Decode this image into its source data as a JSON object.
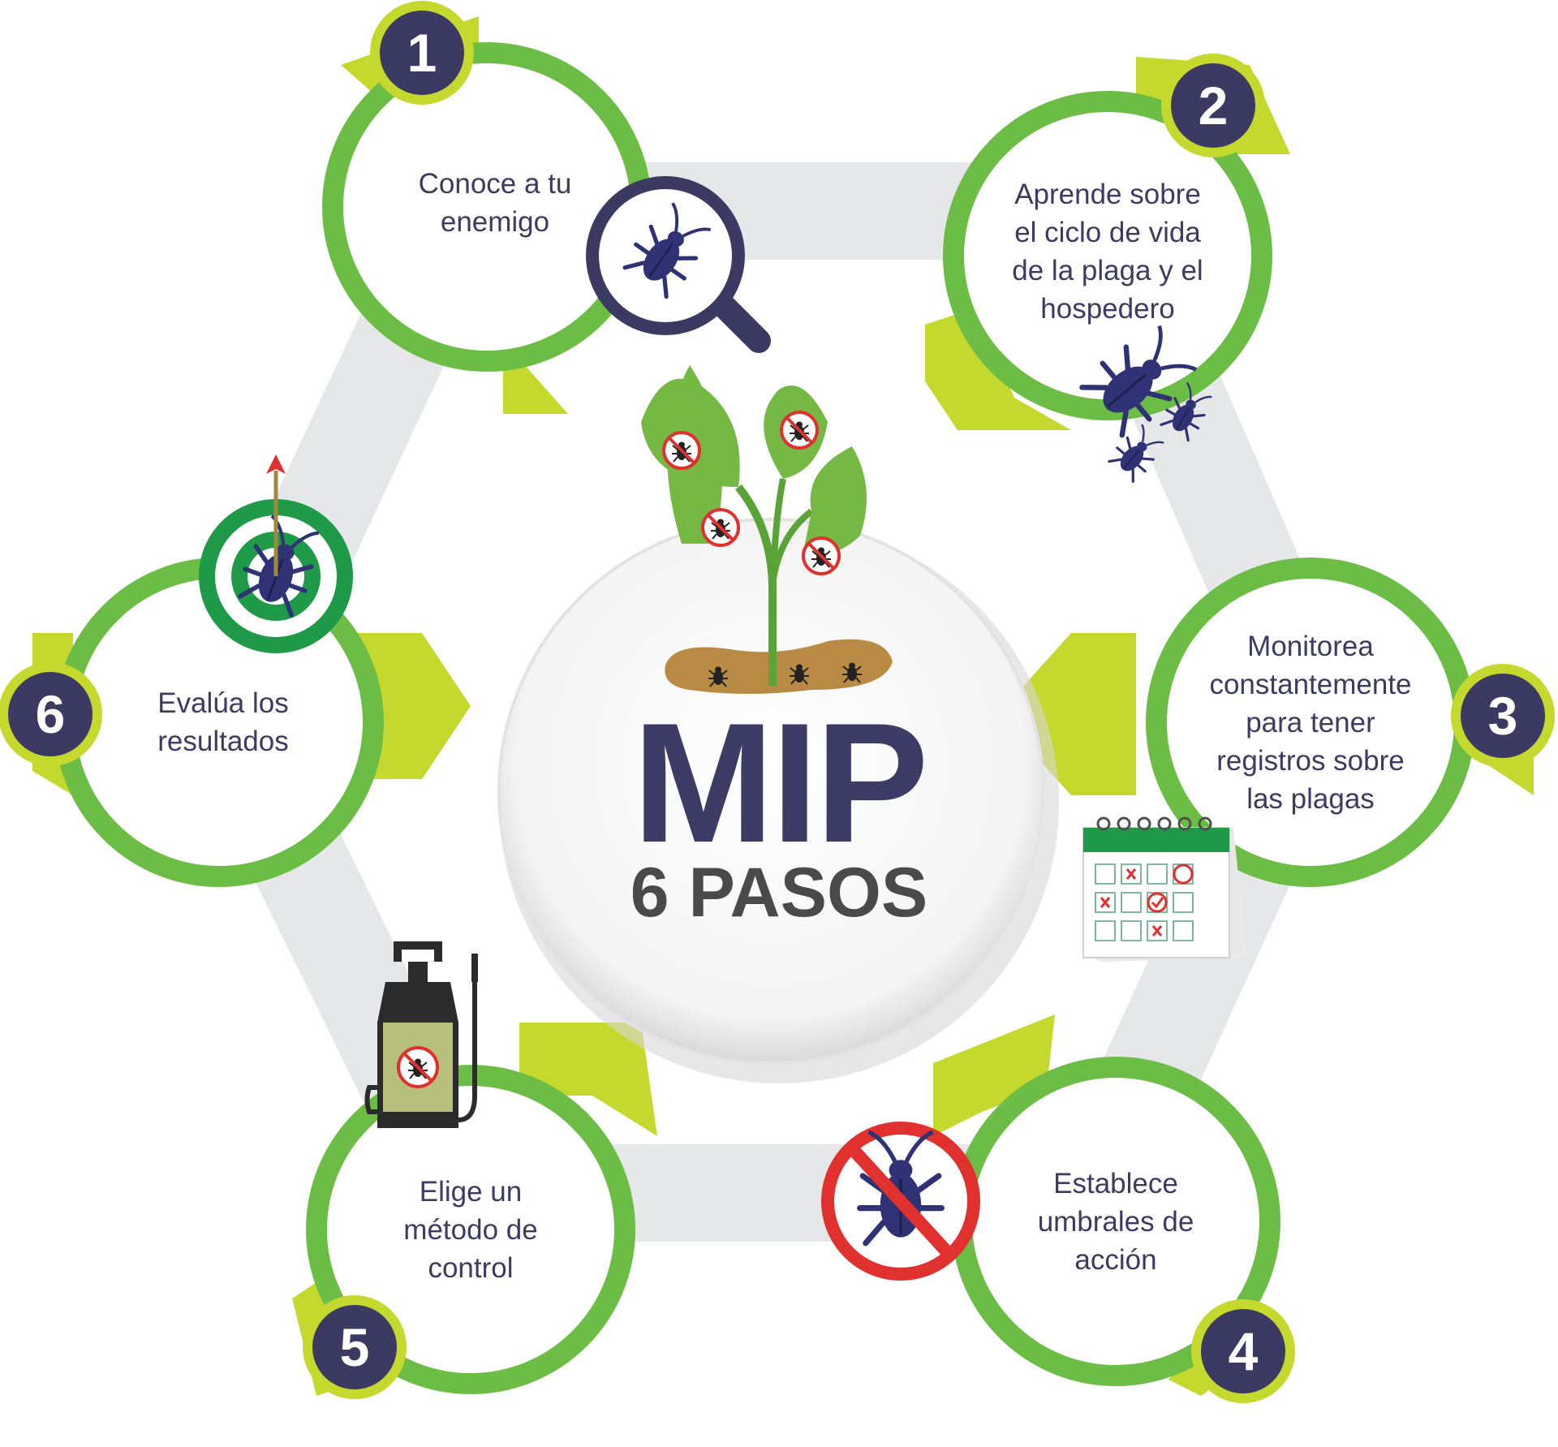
{
  "title": "MIP",
  "subtitle": "6 PASOS",
  "steps": [
    {
      "number": "1",
      "lines": [
        "Conoce a tu",
        "enemigo"
      ],
      "icon": "magnifier-insect-icon"
    },
    {
      "number": "2",
      "lines": [
        "Aprende sobre",
        "el ciclo de vida",
        "de la plaga y el",
        "hospedero"
      ],
      "icon": "insect-lifecycle-icon"
    },
    {
      "number": "3",
      "lines": [
        "Monitorea",
        "constantemente",
        "para tener",
        "registros sobre",
        "las plagas"
      ],
      "icon": "calendar-icon"
    },
    {
      "number": "4",
      "lines": [
        "Establece",
        "umbrales de",
        "acción"
      ],
      "icon": "no-insect-icon"
    },
    {
      "number": "5",
      "lines": [
        "Elige un",
        "método de",
        "control"
      ],
      "icon": "sprayer-icon"
    },
    {
      "number": "6",
      "lines": [
        "Evalúa los",
        "resultados"
      ],
      "icon": "target-insect-icon"
    }
  ],
  "colors": {
    "ring_green": "#6cbd45",
    "arrow_lime": "#c5d82e",
    "badge_navy": "#3a3a63",
    "text_navy": "#3b3b63",
    "band_gray": "#e6e7e8",
    "leaf_green": "#75b843",
    "soil_brown": "#b88a43",
    "stop_red": "#e0312f"
  }
}
